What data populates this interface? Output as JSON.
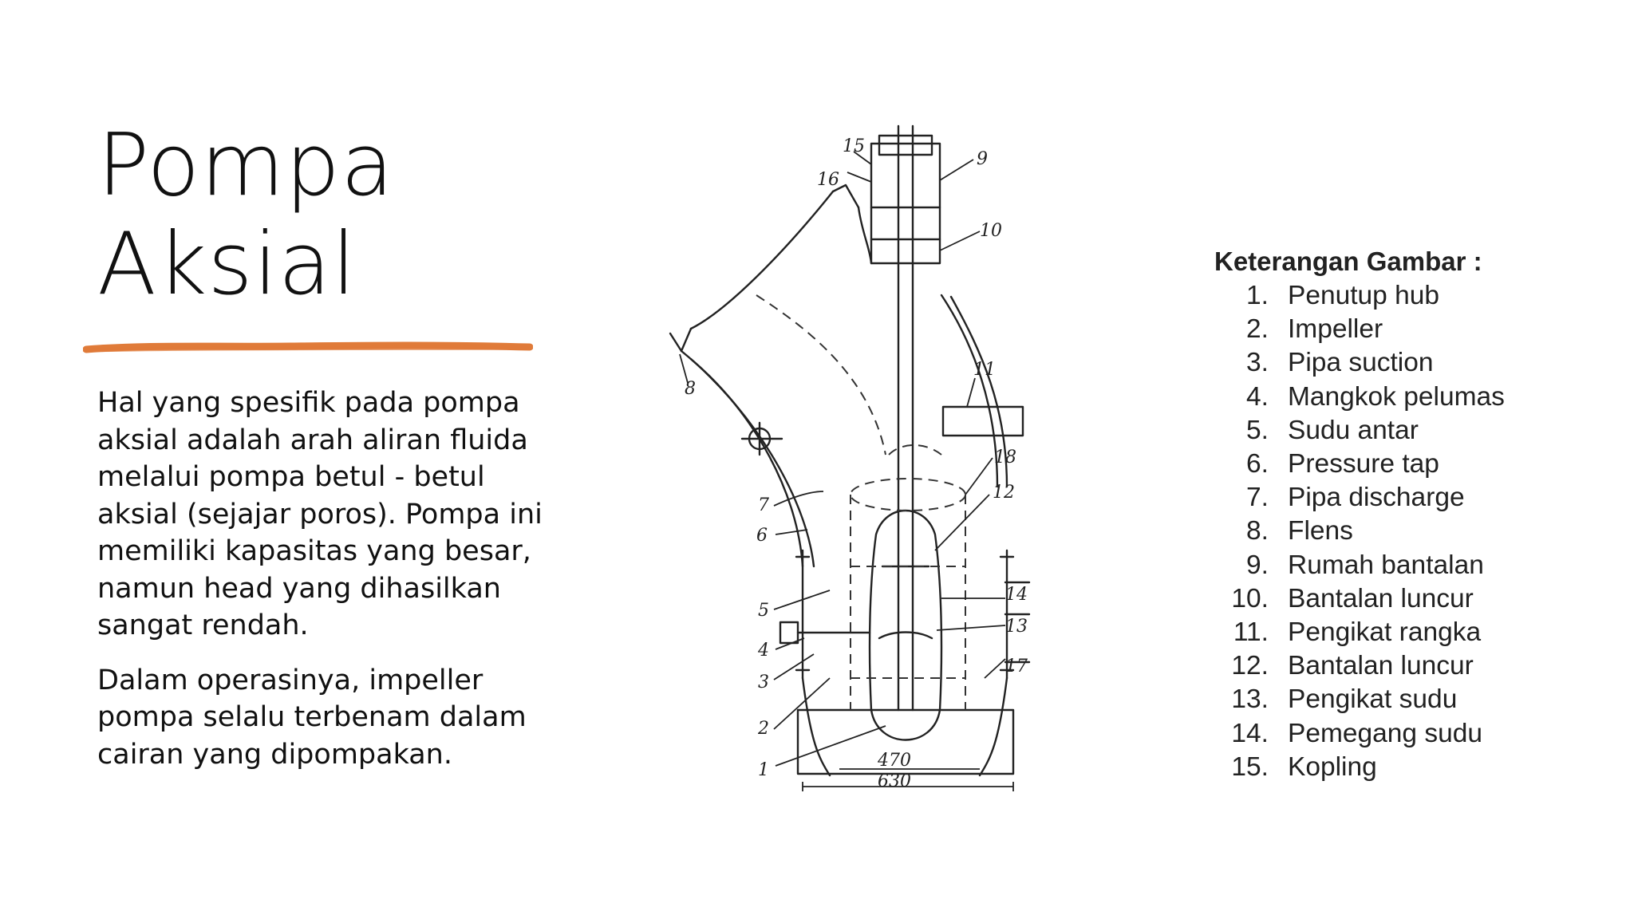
{
  "slide": {
    "title_line1": "Pompa",
    "title_line2": "Aksial",
    "accent_color": "#E07B39",
    "paragraphs": [
      "Hal yang spesifik pada pompa aksial adalah arah aliran fluida melalui pompa betul - betul aksial (sejajar poros). Pompa ini memiliki kapasitas yang besar, namun head yang dihasilkan sangat rendah.",
      "Dalam operasinya, impeller pompa selalu terbenam dalam cairan yang dipompakan."
    ]
  },
  "figure": {
    "part_labels": [
      "1",
      "2",
      "3",
      "4",
      "5",
      "6",
      "7",
      "8",
      "9",
      "10",
      "11",
      "12",
      "13",
      "14",
      "15",
      "16",
      "17",
      "18"
    ],
    "dimension_inner": "470",
    "dimension_outer": "630"
  },
  "legend": {
    "title": "Keterangan Gambar :",
    "items": [
      {
        "num": "1.",
        "text": "Penutup hub"
      },
      {
        "num": "2.",
        "text": "Impeller"
      },
      {
        "num": "3.",
        "text": "Pipa suction"
      },
      {
        "num": "4.",
        "text": "Mangkok pelumas"
      },
      {
        "num": "5.",
        "text": "Sudu antar"
      },
      {
        "num": "6.",
        "text": "Pressure tap"
      },
      {
        "num": "7.",
        "text": "Pipa discharge"
      },
      {
        "num": "8.",
        "text": "Flens"
      },
      {
        "num": "9.",
        "text": "Rumah bantalan"
      },
      {
        "num": "10.",
        "text": "Bantalan luncur"
      },
      {
        "num": "11.",
        "text": "Pengikat rangka"
      },
      {
        "num": "12.",
        "text": "Bantalan luncur"
      },
      {
        "num": "13.",
        "text": "Pengikat sudu"
      },
      {
        "num": "14.",
        "text": "Pemegang sudu"
      },
      {
        "num": "15.",
        "text": "Kopling"
      }
    ]
  }
}
